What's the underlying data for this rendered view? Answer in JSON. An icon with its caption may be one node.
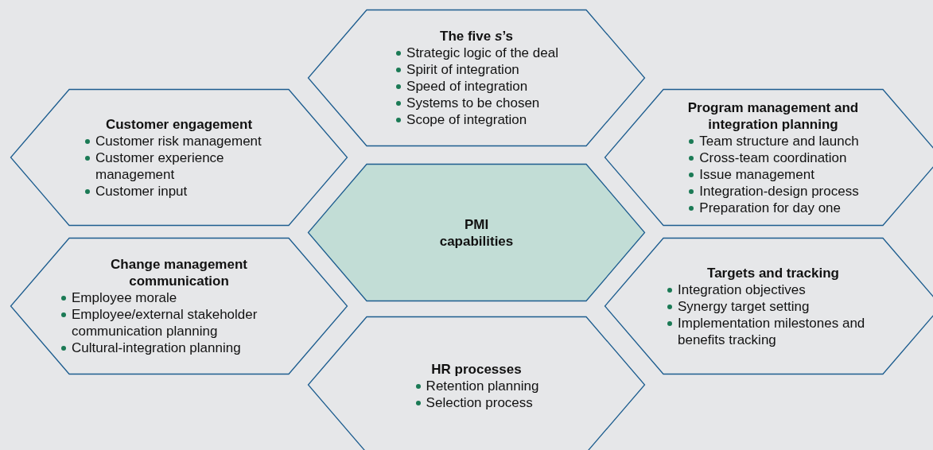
{
  "diagram": {
    "nodes": [
      {
        "text": [
          "The five *s*’s",
          "Strategic logic of the deal",
          "Spirit of integration",
          "Speed of integration",
          "Systems to be chosen",
          "Scope of integration"
        ]
      },
      {
        "text": [
          "Customer engagement",
          "Customer risk management",
          "Customer experience management",
          "Customer input"
        ]
      },
      {
        "text": [
          "Program management and integration planning",
          "Team structure and launch",
          "Cross-team coordination",
          "Issue management",
          "Integration-design process",
          "Preparation for day one"
        ]
      },
      {
        "text": [
          "PMI capabilities"
        ]
      },
      {
        "text": [
          "Change management communication",
          "Employee morale",
          "Employee/external stakeholder communication planning",
          "Cultural-integration planning"
        ]
      },
      {
        "text": [
          "Targets and tracking",
          "Integration objectives",
          "Synergy target setting",
          "Implementation milestones and benefits tracking"
        ]
      },
      {
        "text": [
          "HR processes",
          "Retention planning",
          "Selection process"
        ]
      }
    ]
  }
}
